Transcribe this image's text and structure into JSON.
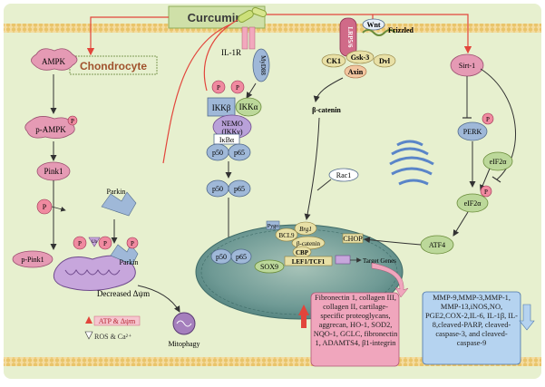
{
  "title": "Curcumin",
  "cell_label": "Chondrocyte",
  "receptors": {
    "il1r": "IL-1R",
    "myd88": "MyD88",
    "lrp56": "LRP5/6",
    "wnt": "Wnt",
    "frizzled": "Frizzled"
  },
  "ampk_path": {
    "ampk": "AMPK",
    "p_ampk": "p-AMPK",
    "pink1": "Pink1",
    "p": "P",
    "parkin": "Parkin",
    "parkin2": "Parkin",
    "ub": "Ub",
    "p_pink1": "p-Pink1",
    "decreased": "Decreased Δψm",
    "mitophagy": "Mitophagy",
    "atp_legend": "ATP & Δψm",
    "ros_legend": "ROS & Ca²⁺"
  },
  "nfkb_path": {
    "ikkb": "IKKβ",
    "ikka": "IKKα",
    "nemo": "NEMO",
    "ikkg": "(IKKγ)",
    "ikba": "IκBα",
    "p50": "p50",
    "p65": "p65"
  },
  "wnt_path": {
    "ck1": "CK1",
    "gsk3": "Gsk-3",
    "axin": "Axin",
    "dvl": "Dvl",
    "beta_catenin": "β-catenin",
    "rac1": "Rac1"
  },
  "nucleus": {
    "pygo": "Pygo",
    "bcl9": "BCL9",
    "brg1": "Brg1",
    "beta_catenin": "β-catenin",
    "cbp": "CBP",
    "lef1": "LEF1/TCF1",
    "target_genes": "Target Genes",
    "sox9": "SOX9",
    "chop": "CHOP"
  },
  "er_path": {
    "sirt1": "Sirt-1",
    "perk": "PERK",
    "eif2a": "eIF2α",
    "eif2a2": "eIF2α",
    "atf4": "ATF4"
  },
  "up_box": "Fibronectin 1, collagen III, collagen II, cartilage-specific proteoglycans, aggrecan, HO-1, SOD2, NQO-1, GCLC, fibronectin 1, ADAMTS4, β1-integrin",
  "down_box": "MMP-9,MMP-3,MMP-1, MMP-13,iNOS,NO, PGE2,COX-2,IL-6, IL-1β, IL-8,cleaved-PARP, cleaved-caspase-3, and cleaved-caspase-9",
  "colors": {
    "background": "#e7f0cf",
    "membrane": "#f1d48c",
    "pink": "#e59ab4",
    "arrow_red": "#e2453b",
    "nucleus": "#5f8e8c",
    "blue_box": "#b5d3f0",
    "pink_box": "#f0a6bd"
  }
}
